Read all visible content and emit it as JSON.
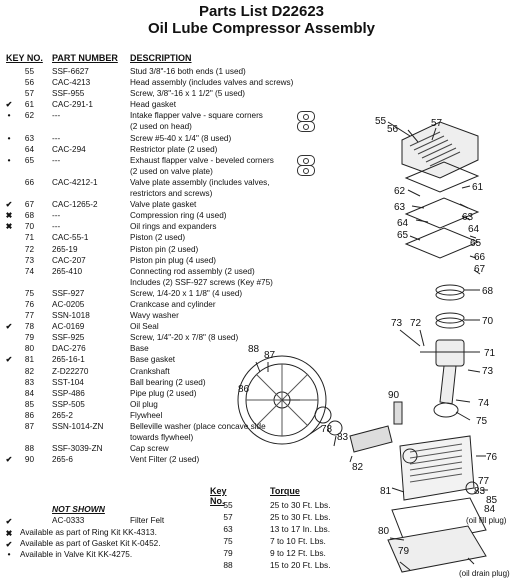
{
  "header": {
    "title": "Parts List D22623",
    "subtitle": "Oil Lube Compressor Assembly"
  },
  "columns": {
    "key": "KEY NO.",
    "part": "PART NUMBER",
    "desc": "DESCRIPTION"
  },
  "parts": [
    {
      "mark": "",
      "key": "55",
      "part": "SSF-6627",
      "desc": "Stud 3/8\"-16 both ends (1 used)"
    },
    {
      "mark": "",
      "key": "56",
      "part": "CAC-4213",
      "desc": "Head assembly (includes valves and screws)"
    },
    {
      "mark": "",
      "key": "57",
      "part": "SSF-955",
      "desc": "Screw, 3/8\"-16 x 1 1/2\" (5 used)"
    },
    {
      "mark": "✔",
      "key": "61",
      "part": "CAC-291-1",
      "desc": "Head gasket"
    },
    {
      "mark": "•",
      "key": "62",
      "part": "---",
      "desc": "Intake flapper valve - square corners"
    },
    {
      "mark": "",
      "key": "",
      "part": "",
      "desc": "(2 used on head)"
    },
    {
      "mark": "•",
      "key": "63",
      "part": "---",
      "desc": "Screw #5-40 x 1/4\" (8 used)"
    },
    {
      "mark": "",
      "key": "64",
      "part": "CAC-294",
      "desc": "Restrictor plate (2 used)"
    },
    {
      "mark": "•",
      "key": "65",
      "part": "---",
      "desc": "Exhaust flapper valve - beveled corners"
    },
    {
      "mark": "",
      "key": "",
      "part": "",
      "desc": "(2 used on valve plate)"
    },
    {
      "mark": "",
      "key": "66",
      "part": "CAC-4212-1",
      "desc": "Valve plate assembly (includes valves,"
    },
    {
      "mark": "",
      "key": "",
      "part": "",
      "desc": "restrictors and screws)"
    },
    {
      "mark": "✔",
      "key": "67",
      "part": "CAC-1265-2",
      "desc": "Valve plate gasket"
    },
    {
      "mark": "✖",
      "key": "68",
      "part": "---",
      "desc": "Compression ring (4 used)"
    },
    {
      "mark": "✖",
      "key": "70",
      "part": "---",
      "desc": "Oil rings and expanders"
    },
    {
      "mark": "",
      "key": "71",
      "part": "CAC-55-1",
      "desc": "Piston (2 used)"
    },
    {
      "mark": "",
      "key": "72",
      "part": "265-19",
      "desc": "Piston pin (2 used)"
    },
    {
      "mark": "",
      "key": "73",
      "part": "CAC-207",
      "desc": "Piston pin plug (4 used)"
    },
    {
      "mark": "",
      "key": "74",
      "part": "265-410",
      "desc": "Connecting rod assembly (2 used)"
    },
    {
      "mark": "",
      "key": "",
      "part": "",
      "desc": "Includes (2) SSF-927 screws (Key #75)"
    },
    {
      "mark": "",
      "key": "75",
      "part": "SSF-927",
      "desc": "Screw, 1/4-20 x 1 1/8\" (4 used)"
    },
    {
      "mark": "",
      "key": "76",
      "part": "AC-0205",
      "desc": "Crankcase and cylinder"
    },
    {
      "mark": "",
      "key": "77",
      "part": "SSN-1018",
      "desc": "Wavy washer"
    },
    {
      "mark": "✔",
      "key": "78",
      "part": "AC-0169",
      "desc": "Oil Seal"
    },
    {
      "mark": "",
      "key": "79",
      "part": "SSF-925",
      "desc": "Screw, 1/4\"-20 x 7/8\" (8 used)"
    },
    {
      "mark": "",
      "key": "80",
      "part": "DAC-276",
      "desc": "Base"
    },
    {
      "mark": "✔",
      "key": "81",
      "part": "265-16-1",
      "desc": "Base gasket"
    },
    {
      "mark": "",
      "key": "82",
      "part": "Z-D22270",
      "desc": "Crankshaft"
    },
    {
      "mark": "",
      "key": "83",
      "part": "SST-104",
      "desc": "Ball bearing (2 used)"
    },
    {
      "mark": "",
      "key": "84",
      "part": "SSP-486",
      "desc": "Pipe plug (2 used)"
    },
    {
      "mark": "",
      "key": "85",
      "part": "SSP-505",
      "desc": "Oil plug"
    },
    {
      "mark": "",
      "key": "86",
      "part": "265-2",
      "desc": "Flywheel"
    },
    {
      "mark": "",
      "key": "87",
      "part": "SSN-1014-ZN",
      "desc": "Belleville washer (place concave side"
    },
    {
      "mark": "",
      "key": "",
      "part": "",
      "desc": "towards flywheel)"
    },
    {
      "mark": "",
      "key": "88",
      "part": "SSF-3039-ZN",
      "desc": "Cap screw"
    },
    {
      "mark": "✔",
      "key": "90",
      "part": "265-6",
      "desc": "Vent Filter (2 used)"
    }
  ],
  "not_shown": {
    "heading": "NOT SHOWN",
    "mark": "✔",
    "part": "AC-0333",
    "desc": "Filter Felt"
  },
  "legend": [
    {
      "mark": "✖",
      "text": "Available as part of Ring Kit KK-4313."
    },
    {
      "mark": "✔",
      "text": "Available as part of Gasket Kit K-0452."
    },
    {
      "mark": "•",
      "text": "Available in Valve Kit KK-4275."
    }
  ],
  "torque": {
    "key_header": "Key No.",
    "torque_header": "Torque",
    "rows": [
      {
        "key": "55",
        "value": "25 to 30 Ft. Lbs."
      },
      {
        "key": "57",
        "value": "25 to 30 Ft. Lbs."
      },
      {
        "key": "63",
        "value": "13 to 17 In. Lbs."
      },
      {
        "key": "75",
        "value": "7 to 10 Ft. Lbs."
      },
      {
        "key": "79",
        "value": "9 to 12 Ft. Lbs."
      },
      {
        "key": "88",
        "value": "15 to 20 Ft. Lbs."
      }
    ]
  },
  "diagram": {
    "callouts": [
      "55",
      "56",
      "57",
      "61",
      "62",
      "63",
      "63",
      "64",
      "64",
      "65",
      "65",
      "66",
      "67",
      "68",
      "70",
      "71",
      "72",
      "73",
      "73",
      "74",
      "75",
      "76",
      "77",
      "78",
      "79",
      "80",
      "81",
      "82",
      "83",
      "83",
      "84",
      "85",
      "86",
      "87",
      "88",
      "90"
    ],
    "notes": [
      "(oil fill plug)",
      "(oil drain plug)"
    ]
  }
}
